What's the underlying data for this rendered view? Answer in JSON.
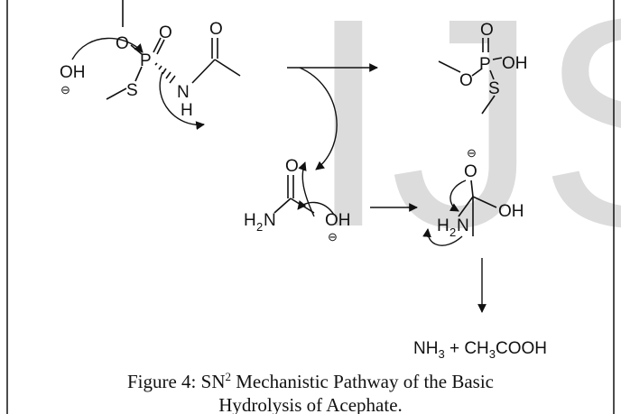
{
  "watermark": {
    "text": "IJS"
  },
  "reactant": {
    "o_ester": "O",
    "p": "P",
    "o_double": "O",
    "s": "S",
    "n": "N",
    "h": "H",
    "o_carbonyl": "O"
  },
  "hydroxide_1": {
    "label": "OH",
    "charge": "⊖"
  },
  "product_phosphate": {
    "o": "O",
    "p": "P",
    "o_double": "O",
    "oh": "OH",
    "s": "S"
  },
  "amide": {
    "o": "O",
    "h2n": "H",
    "sub2": "2",
    "n": "N"
  },
  "hydroxide_2": {
    "label": "OH",
    "charge": "⊖"
  },
  "tetrahedral": {
    "o": "O",
    "charge": "⊖",
    "oh": "OH",
    "h2n": "H",
    "sub2": "2",
    "n": "N"
  },
  "final_products": {
    "nh": "NH",
    "sub3a": "3",
    "plus": " + CH",
    "sub3b": "3",
    "cooh": "COOH"
  },
  "caption": {
    "line1_a": "Figure 4: SN",
    "line1_sup": "2",
    "line1_b": " Mechanistic Pathway of the Basic",
    "line2": "Hydrolysis of Acephate."
  }
}
